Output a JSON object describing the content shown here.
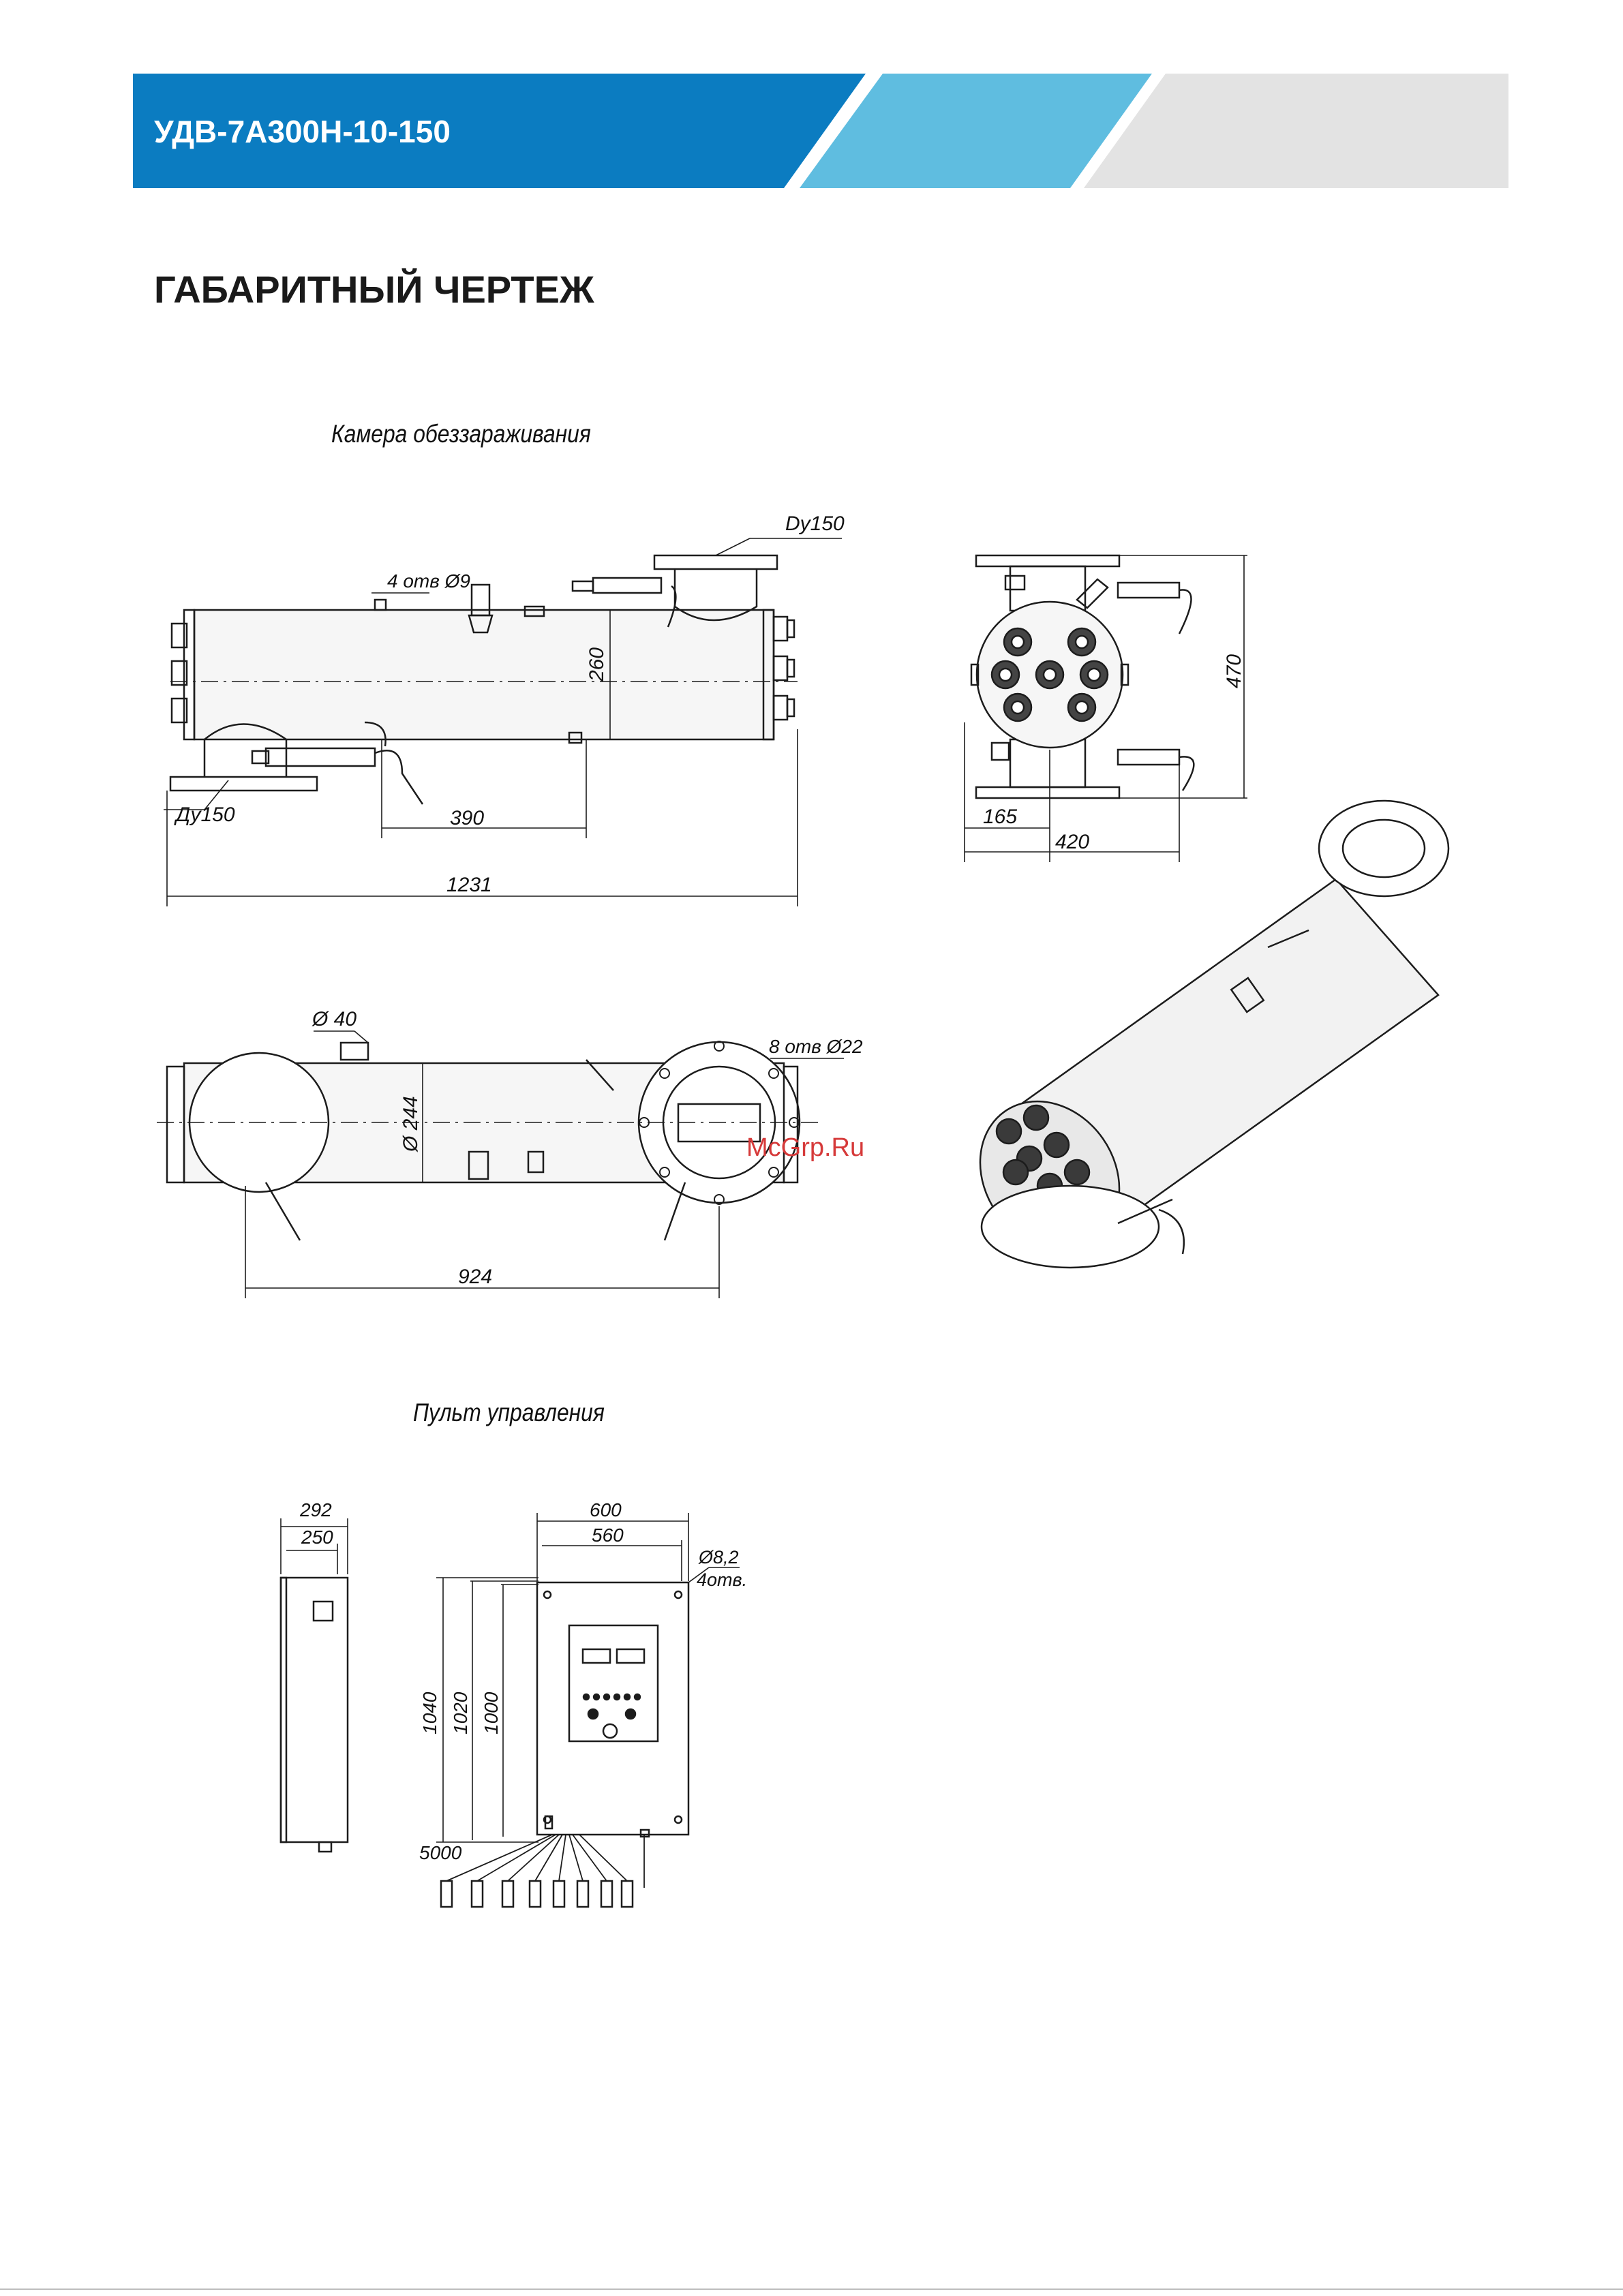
{
  "header": {
    "title": "УДВ-7А300Н-10-150",
    "colors": {
      "primary": "#0b7cc1",
      "secondary": "#5fbde0",
      "gray": "#e3e3e3"
    }
  },
  "page": {
    "heading": "ГАБАРИТНЫЙ ЧЕРТЕЖ"
  },
  "sections": {
    "chamber": {
      "caption": "Камера обеззараживания"
    },
    "control": {
      "caption": "Пульт управления"
    }
  },
  "dimensions": {
    "side": {
      "d_top": "Dy150",
      "holes": "4 отв Ø9",
      "height": "260",
      "d_bottom": "Ду150",
      "inner": "390",
      "overall": "1231"
    },
    "end": {
      "height": "470",
      "offset": "165",
      "width": "420"
    },
    "top": {
      "hole": "Ø 40",
      "holes": "8 отв Ø22",
      "diam": "Ø 244",
      "length": "924"
    },
    "cabinet_side": {
      "depth_outer": "292",
      "depth_inner": "250"
    },
    "cabinet_front": {
      "width_outer": "600",
      "width_inner": "560",
      "mount_hole": "Ø8,2",
      "mount_count": "4отв.",
      "h1": "1040",
      "h2": "1020",
      "h3": "1000",
      "cable": "5000"
    }
  },
  "watermark": "McGrp.Ru"
}
